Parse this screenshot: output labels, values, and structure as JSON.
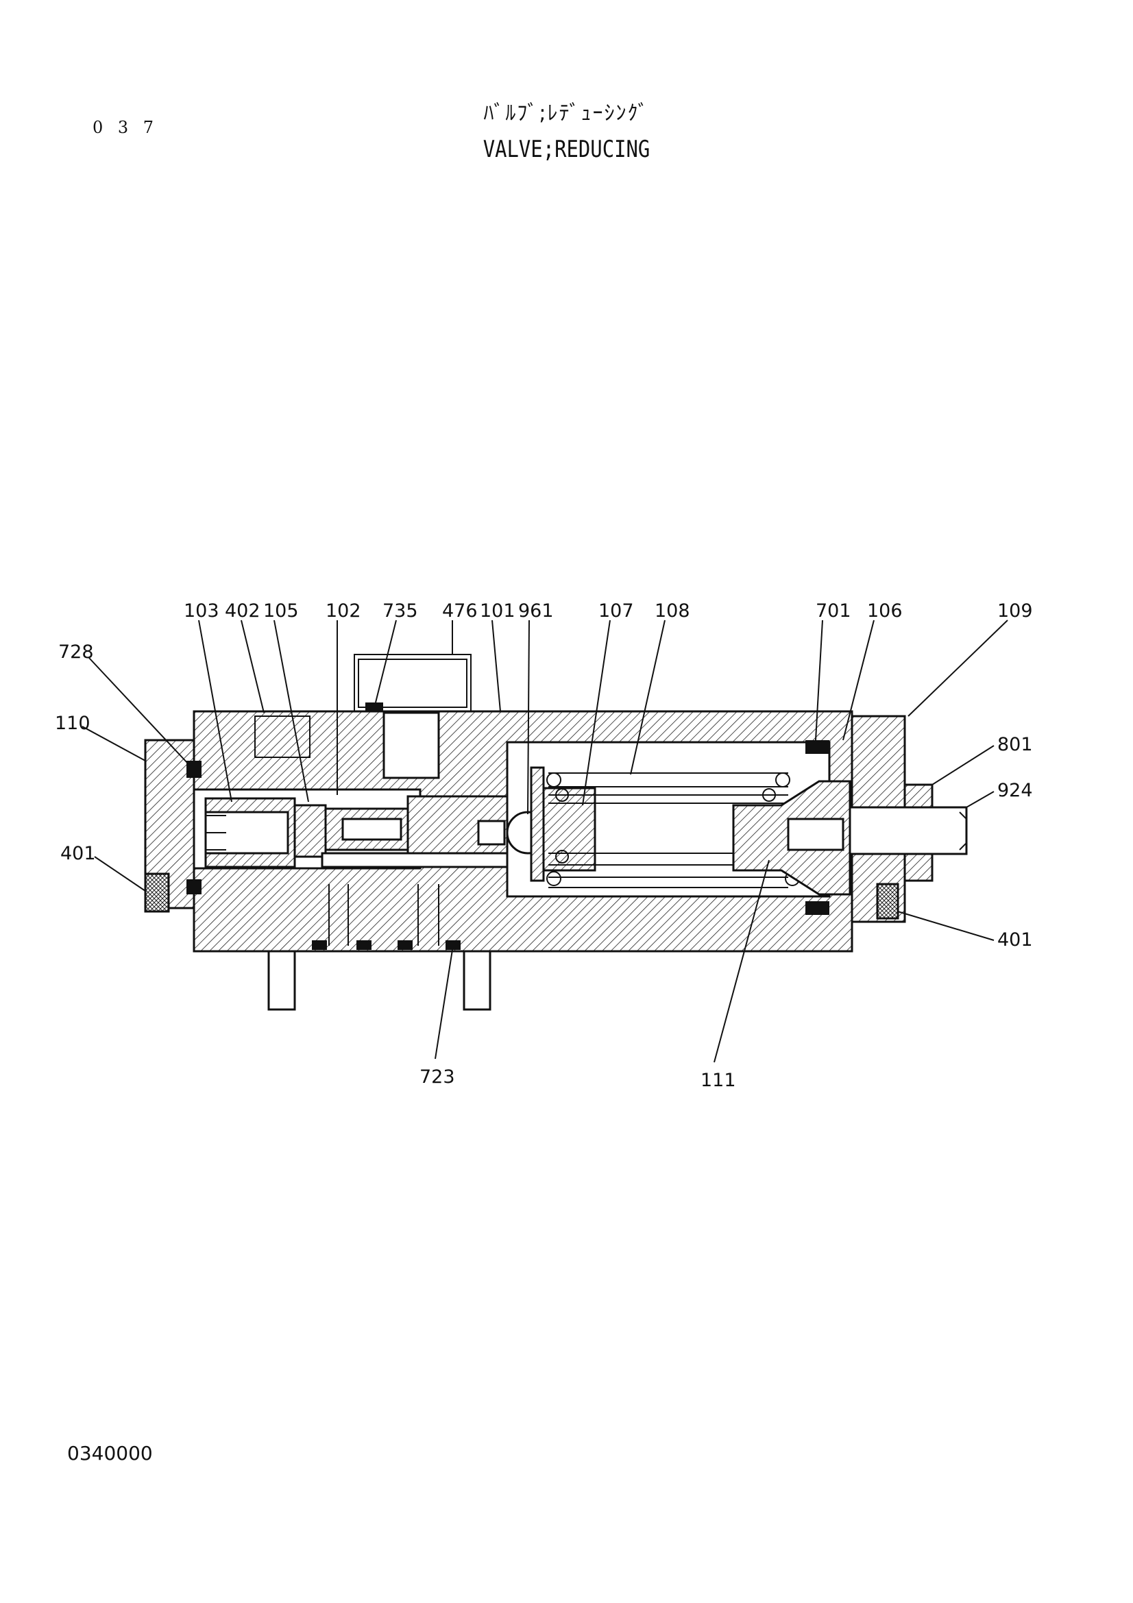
{
  "header": {
    "page_number": "0 3 7",
    "title_jp": "ﾊﾞﾙﾌﾞ;ﾚﾃﾞｭｰｼﾝｸﾞ",
    "title_en": "VALVE;REDUCING"
  },
  "callouts": {
    "c103": "103",
    "c402": "402",
    "c105": "105",
    "c102": "102",
    "c735": "735",
    "c476": "476",
    "c101": "101",
    "c961": "961",
    "c107": "107",
    "c108": "108",
    "c701": "701",
    "c106": "106",
    "c109": "109",
    "c728": "728",
    "c110": "110",
    "c801": "801",
    "c924": "924",
    "c401_left": "401",
    "c401_right": "401",
    "c723": "723",
    "c111": "111"
  },
  "footer": {
    "doc_code": "0340000"
  }
}
